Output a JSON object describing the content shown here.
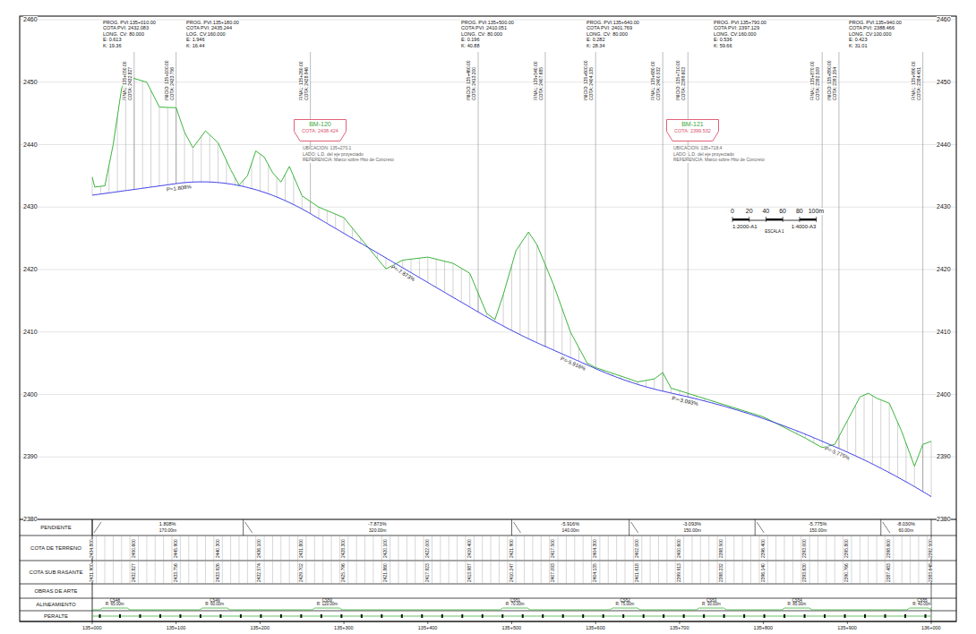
{
  "diagram": {
    "nodes": [
      {
        "text": [
          "BM-120",
          "COTA: 2438.424"
        ]
      },
      {
        "text": [
          "BM-121",
          "COTA: 2399.532"
        ]
      }
    ],
    "labels": [
      "2460",
      "2450",
      "2440",
      "2430",
      "2420",
      "2410",
      "2400",
      "2390",
      "2380",
      "2460",
      "2450",
      "2440",
      "2430",
      "2420",
      "2410",
      "2400",
      "2390",
      "2380",
      "PROG. PVI:135+010.00",
      "COTA PVI: 2432.083",
      "LONG. CV: 80.000",
      "E: 0.613",
      "K: 19.36",
      "PROG. PVI:135+180.00",
      "COTA PVI: 2435.244",
      "LOG. CV:160.000",
      "E: 1.946",
      "K: 16.44",
      "PROG. PVI:135+500.00",
      "COTA PVI: 2410.051",
      "LONG. CV: 80.000",
      "E: 0.196",
      "K: 40.88",
      "PROG. PVI:135+640.00",
      "COTA PVI: 2401.769",
      "LONG. CV: 80.000",
      "E: 0.282",
      "K: 28.34",
      "PROG. PVI:135+790.00",
      "COTA PVI: 2397.129",
      "LONG. CV:160.000",
      "E: 0.536",
      "K: 59.66",
      "PROG. PVI:135+940.00",
      "COTA PVI: 2388.466",
      "LONG. CV:100.000",
      "E: 0.423",
      "K: 31.01",
      "FINAL: 135+050.00",
      "COTA: 2432.827",
      "INICIO: 135+100.00",
      "COTA: 2433.756",
      "FINAL: 135+260.00",
      "COTA: 2428.946",
      "INICIO: 135+460.00",
      "COTA: 2413.200",
      "FINAL: 135+540.00",
      "COTA: 2407.685",
      "INICIO: 135+600.00",
      "COTA: 2404.135",
      "FINAL: 135+680.00",
      "COTA: 2400.532",
      "INICIO: 135+710.00",
      "COTA: 2399.603",
      "FINAL: 135+870.00",
      "COTA: 2392.509",
      "INICIO: 135+890.00",
      "COTA: 2391.354",
      "FINAL: 135+990.00",
      "COTA: 2384.451",
      "UBICACION: 135+270.1",
      "LADO: L.D. del eje proyectado",
      "REFERENCIA: Marco sobre Hito de Concreto",
      "UBICACION: 135+718.4",
      "LADO: L.D. del eje proyectado",
      "REFERENCIA: Marco sobre Hito de Concreto",
      "P=1.808%",
      "P=-7.873%",
      "P=-5.916%",
      "P=-3.093%",
      "P=-5.775%",
      "0",
      "20",
      "40",
      "60",
      "80",
      "100m",
      "1:2000-A1",
      "ESCALA 1",
      "1:4000-A3",
      "PENDIENTE",
      "COTA DE TERRENO",
      "COTA SUB RASANTE",
      "OBRAS DE ARTE",
      "ALINEAMIENTO",
      "PERALTE",
      "1.808%",
      "170.00m",
      "-7.873%",
      "320.00m",
      "-5.916%",
      "140.00m",
      "-3.093%",
      "150.00m",
      "-5.775%",
      "150.00m",
      "-8.030%",
      "60.00m",
      "2434.800",
      "2450.600",
      "2445.900",
      "2440.300",
      "2436.100",
      "2431.800",
      "2428.300",
      "2420.100",
      "2422.000",
      "2419.400",
      "2421.900",
      "2417.500",
      "2404.300",
      "2402.000",
      "2400.600",
      "2398.500",
      "2396.400",
      "2393.000",
      "2395.800",
      "2398.600",
      "2392.500",
      "2431.900",
      "2432.827",
      "2433.756",
      "2433.926",
      "2432.574",
      "2429.702",
      "2425.796",
      "2421.860",
      "2417.923",
      "2413.987",
      "2410.247",
      "2407.093",
      "2404.135",
      "2401.618",
      "2399.913",
      "2398.232",
      "2396.140",
      "2393.630",
      "2390.766",
      "2387.483",
      "2383.648",
      "CS48",
      "R: 65.00m",
      "CS49",
      "R: 60.00m",
      "CS50",
      "R: 120.00m",
      "CS51",
      "R: 70.00m",
      "CS52",
      "R: 75.00m",
      "CS53",
      "R: 30.00m",
      "CS54",
      "R: 85.00m",
      "CS55",
      "R: 40.00m",
      "135+000",
      "135+100",
      "135+200",
      "135+300",
      "135+400",
      "135+500",
      "135+600",
      "135+700",
      "135+800",
      "135+900",
      "136+000"
    ]
  }
}
